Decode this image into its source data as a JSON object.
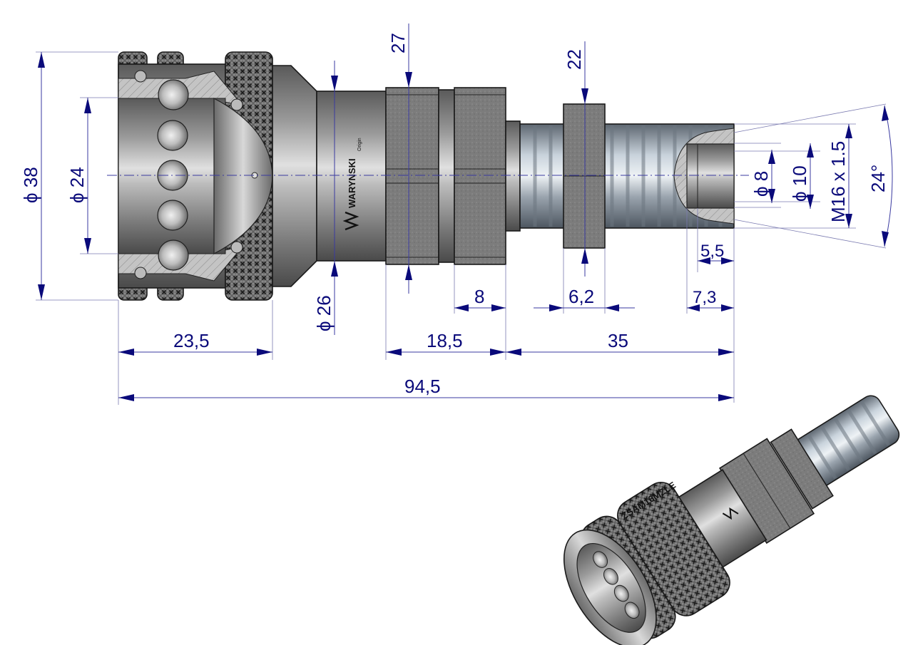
{
  "drawing": {
    "title": "Quick coupling socket with M16x1.5 male thread - technical drawing",
    "colors": {
      "dimension": "#0a0a7a",
      "steel_dark": "#4a4a4a",
      "steel_light": "#cfcfcf",
      "hex_body": "#7b7b7b",
      "thread": "#b8c2cc"
    },
    "brand": {
      "name": "WARYNSKI",
      "sub": "Origin",
      "logo_icon": "wn-logo-icon"
    },
    "part_marking": "ZSAM16MZLE",
    "dimensions": {
      "outer_diameter": {
        "symbol": "ϕ",
        "value": "38"
      },
      "bore_diameter": {
        "symbol": "ϕ",
        "value": "24"
      },
      "sleeve_diameter": {
        "symbol": "ϕ",
        "value": "26"
      },
      "hex_body_size": {
        "value": "27"
      },
      "nut_size": {
        "value": "22"
      },
      "inner_diameter_small": {
        "symbol": "ϕ",
        "value": "8"
      },
      "inner_diameter_large": {
        "symbol": "ϕ",
        "value": "10"
      },
      "thread": {
        "value": "M16 x 1.5"
      },
      "cone_angle": {
        "value": "24°"
      },
      "cone_depth": {
        "value": "5,5"
      },
      "bore_depth": {
        "value": "7,3"
      },
      "hex_width": {
        "value": "8"
      },
      "nut_width": {
        "value": "6,2"
      },
      "sleeve_length": {
        "value": "23,5"
      },
      "body_length": {
        "value": "18,5"
      },
      "thread_length": {
        "value": "35"
      },
      "total_length": {
        "value": "94,5"
      }
    }
  }
}
